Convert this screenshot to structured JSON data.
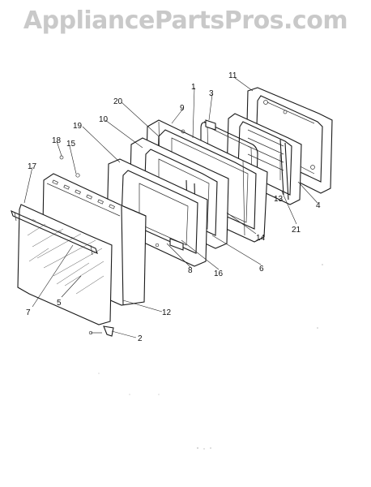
{
  "watermark": "AppliancePartsPros.com",
  "callouts": {
    "c1": "1",
    "c2": "2",
    "c3": "3",
    "c4": "4",
    "c5": "5",
    "c6": "6",
    "c7": "7",
    "c8": "8",
    "c9": "9",
    "c10": "10",
    "c11": "11",
    "c12": "12",
    "c13": "13",
    "c14": "14",
    "c15": "15",
    "c16": "16",
    "c17": "17",
    "c18": "18",
    "c19": "19",
    "c20": "20",
    "c21": "21"
  }
}
